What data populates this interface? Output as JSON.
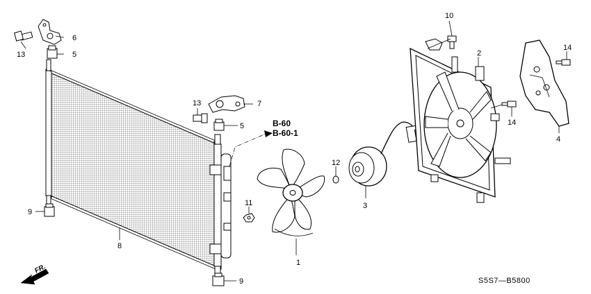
{
  "diagram": {
    "callouts": [
      {
        "id": "c1",
        "label": "1"
      },
      {
        "id": "c2",
        "label": "2"
      },
      {
        "id": "c3",
        "label": "3"
      },
      {
        "id": "c4",
        "label": "4"
      },
      {
        "id": "c5a",
        "label": "5"
      },
      {
        "id": "c5b",
        "label": "5"
      },
      {
        "id": "c6",
        "label": "6"
      },
      {
        "id": "c7",
        "label": "7"
      },
      {
        "id": "c8",
        "label": "8"
      },
      {
        "id": "c9a",
        "label": "9"
      },
      {
        "id": "c9b",
        "label": "9"
      },
      {
        "id": "c10",
        "label": "10"
      },
      {
        "id": "c11",
        "label": "11"
      },
      {
        "id": "c12",
        "label": "12"
      },
      {
        "id": "c13a",
        "label": "13"
      },
      {
        "id": "c13b",
        "label": "13"
      },
      {
        "id": "c14a",
        "label": "14"
      },
      {
        "id": "c14b",
        "label": "14"
      }
    ],
    "references": [
      "B-60",
      "B-60-1"
    ],
    "direction_label": "FR.",
    "diagram_code": "S5S7—B5800"
  }
}
